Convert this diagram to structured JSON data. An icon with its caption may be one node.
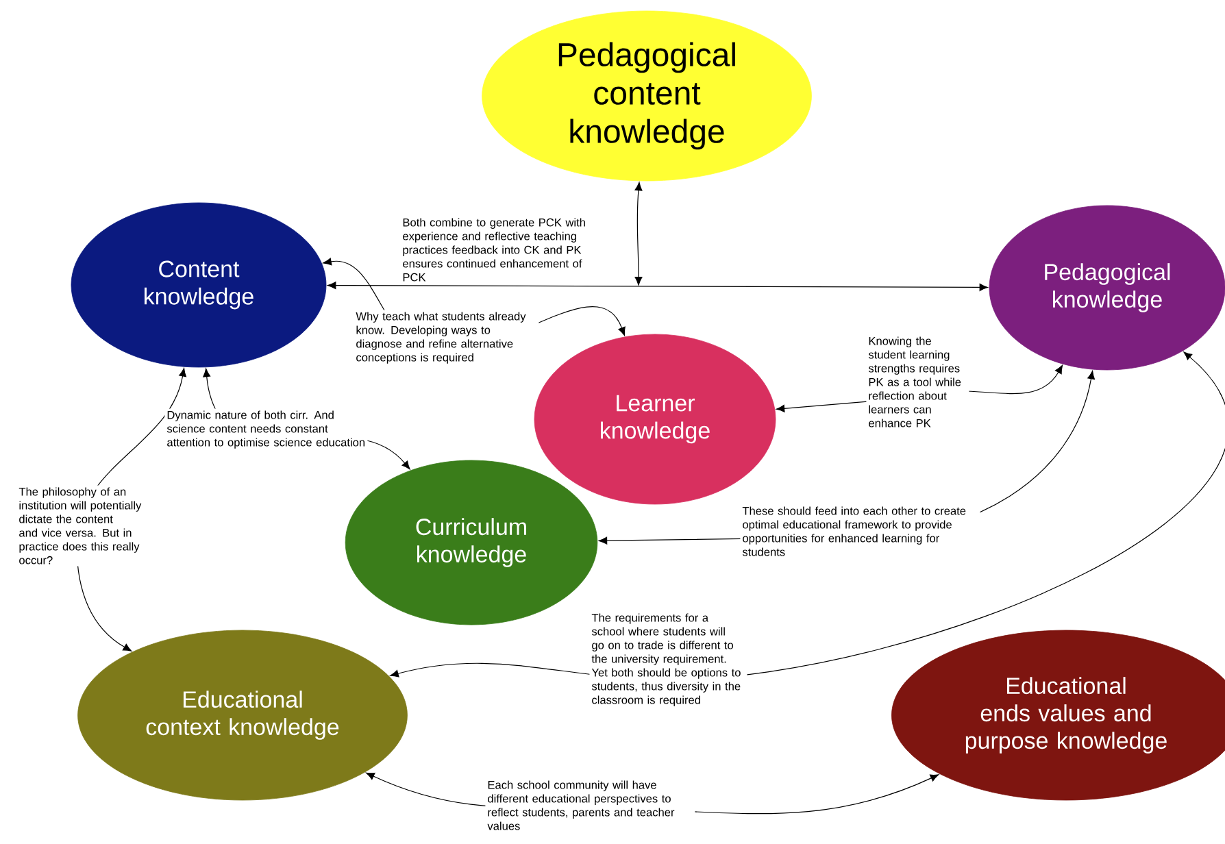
{
  "diagram": {
    "nodes": [
      {
        "text": [
          "Pedagogical content knowledge"
        ]
      },
      {
        "text": [
          "Content knowledge"
        ]
      },
      {
        "text": [
          "Pedagogical knowledge"
        ]
      },
      {
        "text": [
          "Learner knowledge"
        ]
      },
      {
        "text": [
          "Curriculum knowledge"
        ]
      },
      {
        "text": [
          "Educational context knowledge"
        ]
      },
      {
        "text": [
          "Educational ends values and purpose knowledge"
        ]
      }
    ],
    "edges": [
      {
        "from": 1,
        "to": 2,
        "arrow": "both",
        "label": "Both combine to generate PCK with experience and reflective teaching practices feedback into CK and PK ensures continued enhancement of PCK"
      },
      {
        "from": 0,
        "to": null,
        "arrow": "both"
      },
      {
        "from": 1,
        "to": 3,
        "arrow": "both",
        "label": "Why teach what students already know. Developing ways to diagnose and refine alternative conceptions is required"
      },
      {
        "from": 2,
        "to": 3,
        "arrow": "both",
        "label": "Knowing the student learning strengths requires PK as a tool while reflection about learners can enhance PK"
      },
      {
        "from": 1,
        "to": 4,
        "arrow": "both",
        "label": "Dynamic nature of both cirr. And science content needs constant attention to optimise science education"
      },
      {
        "from": 2,
        "to": 4,
        "arrow": "both",
        "label": "These should  feed into each other to create optimal educational framework to provide opportunities for enhanced learning for students"
      },
      {
        "from": 2,
        "to": 5,
        "arrow": "both",
        "label": "The requirements for a school where students will go on to trade is different to the university requirement. Yet both should be options to students, thus diversity in the classroom is required"
      },
      {
        "from": 1,
        "to": 5,
        "arrow": "both",
        "label": "The philosophy of an institution will potentially dictate the content and vice versa. But in practice does this really occur?"
      },
      {
        "from": 5,
        "to": 6,
        "arrow": "both",
        "label": "Each school community will have different educational perspectives to reflect students, parents and teacher values"
      }
    ]
  }
}
